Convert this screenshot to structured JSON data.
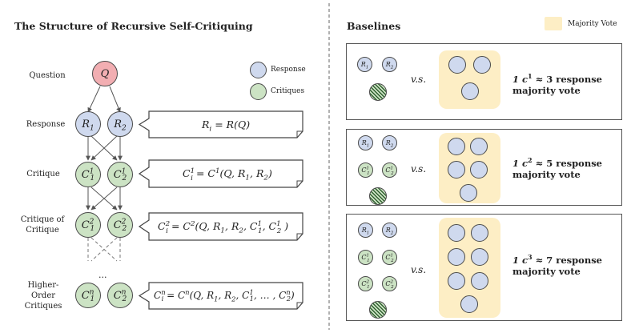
{
  "left": {
    "title": "The Structure of Recursive Self-Critiquing",
    "rows": {
      "question": "Question",
      "response": "Response",
      "critique": "Critique",
      "critique_of_critique_l1": "Critique of",
      "critique_of_critique_l2": "Critique",
      "higher_l1": "Higher-",
      "higher_l2": "Order",
      "higher_l3": "Critiques"
    },
    "legend": {
      "response": "Response",
      "critiques": "Critiques"
    },
    "ellipsis": "...",
    "nodes": {
      "q": "Q",
      "r": "R",
      "r1": "1",
      "r2": "2",
      "c": "C",
      "sup1": "1",
      "sup2": "2",
      "supn": "n",
      "sub1": "1",
      "sub2": "2"
    },
    "formulas": {
      "f1_a": "R",
      "f1_b": "i",
      "f1_c": " = R(Q)",
      "f2_a": "C",
      "f2_sup": "1",
      "f2_sub": "i",
      "f2_c": " = C",
      "f2_csup": "1",
      "f2_d": "(Q, R",
      "f2_r1": "1",
      "f2_e": ", R",
      "f2_r2": "2",
      "f2_f": ")",
      "f3_a": "C",
      "f3_sup": "2",
      "f3_sub": "i",
      "f3_c": " = C",
      "f3_csup": "2",
      "f3_d": "(Q, R",
      "f3_r1": "1",
      "f3_e": ", R",
      "f3_r2": "2",
      "f3_f": ", C",
      "f3_c1sup": "1",
      "f3_c1sub": "1",
      "f3_g": ", C",
      "f3_c2sup": "1",
      "f3_c2sub": "2",
      "f3_h": " )",
      "f4_a": "C",
      "f4_sup": "n",
      "f4_sub": "i",
      "f4_c": " = C",
      "f4_csup": "n",
      "f4_d": "(Q, R",
      "f4_r1": "1",
      "f4_e": ", R",
      "f4_r2": "2",
      "f4_f": ", C",
      "f4_c1sup": "1",
      "f4_c1sub": "1",
      "f4_g": ", … , C",
      "f4_c2sup": "n",
      "f4_c2sub": "2",
      "f4_h": ")"
    }
  },
  "right": {
    "title": "Baselines",
    "legend_majority": "Majority Vote",
    "vs": "v.s.",
    "panel1": {
      "c": "1 c",
      "sup": "1",
      "approx": " ≈ 3 response",
      "line2": "majority vote"
    },
    "panel2": {
      "c": "1 c",
      "sup": "2",
      "approx": " ≈ 5 response",
      "line2": "majority vote"
    },
    "panel3": {
      "c": "1 c",
      "sup": "3",
      "approx": " ≈ 7 response",
      "line2": "majority vote"
    }
  },
  "colors": {
    "question": "#f2aeb2",
    "response": "#cfd9ee",
    "critique": "#cce3c4",
    "majority_vote": "#fdeec5"
  },
  "icons": [
    "hatched-circle-icon",
    "pointer-callout-icon"
  ]
}
